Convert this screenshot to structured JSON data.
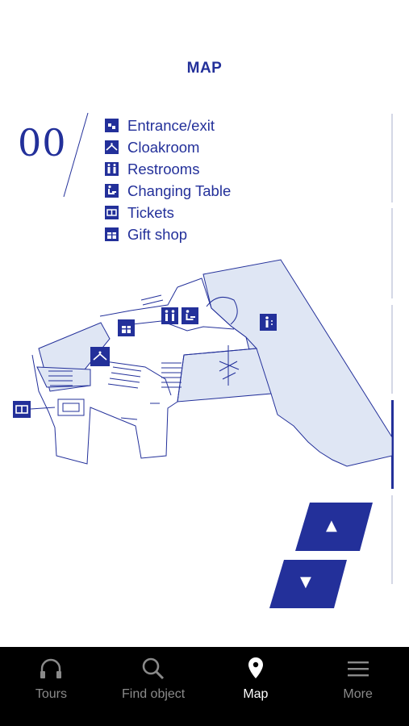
{
  "header": {
    "title": "MAP"
  },
  "floor": {
    "number": "00"
  },
  "legend": [
    {
      "label": "Entrance/exit",
      "icon": "entrance-icon"
    },
    {
      "label": "Cloakroom",
      "icon": "cloakroom-icon"
    },
    {
      "label": "Restrooms",
      "icon": "restroom-icon"
    },
    {
      "label": "Changing Table",
      "icon": "changing-table-icon"
    },
    {
      "label": "Tickets",
      "icon": "ticket-icon"
    },
    {
      "label": "Gift shop",
      "icon": "gift-icon"
    }
  ],
  "floor_nav": {
    "up_symbol": "▲",
    "down_symbol": "▼"
  },
  "tabs": [
    {
      "label": "Tours",
      "icon": "headphones-icon",
      "active": false
    },
    {
      "label": "Find object",
      "icon": "search-icon",
      "active": false
    },
    {
      "label": "Map",
      "icon": "map-pin-icon",
      "active": true
    },
    {
      "label": "More",
      "icon": "menu-icon",
      "active": false
    }
  ],
  "colors": {
    "brand": "#23309a",
    "floor_fill": "#dfe6f4",
    "tabbar": "#000000"
  }
}
